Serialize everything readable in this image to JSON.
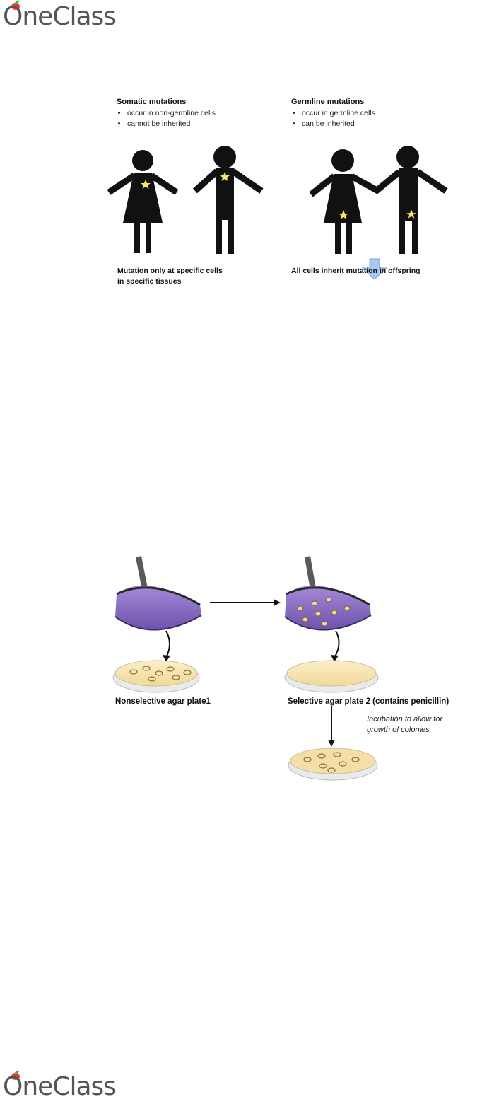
{
  "header": {
    "logo_text": "OneClass"
  },
  "footer": {
    "logo_text": "OneClass"
  },
  "figure1": {
    "somatic": {
      "title": "Somatic mutations",
      "bullets": [
        "occur in non-germline cells",
        "cannot be inherited"
      ],
      "note_line1": "Mutation only at specific cells",
      "note_line2": "in specific tissues"
    },
    "germline": {
      "title": "Germline mutations",
      "bullets": [
        "occur in germline cells",
        "can be inherited"
      ],
      "note": "All cells inherit mutation in offspring"
    }
  },
  "figure2": {
    "plate1_label": "Nonselective agar plate1",
    "plate2_label": "Selective agar plate 2 (contains penicillin)",
    "incubation_line1": "Incubation to allow for",
    "incubation_line2": "growth of colonies"
  },
  "colors": {
    "figure_black": "#111111",
    "star_yellow": "#f7ea5a",
    "arrow_blue": "#a9c8f0",
    "stamp_purple": "#8a6ac8",
    "agar_cream": "#f7e3b0"
  }
}
